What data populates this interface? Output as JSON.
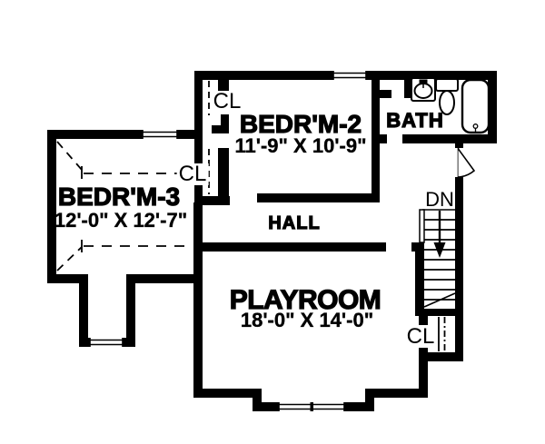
{
  "plan": {
    "type": "second-floor-plan",
    "rooms": {
      "bedrm2": {
        "name": "BEDR'M-2",
        "dims": "11'-9\" X 10'-9\""
      },
      "bedrm3": {
        "name": "BEDR'M-3",
        "dims": "12'-0\" X 12'-7\""
      },
      "playroom": {
        "name": "PLAYROOM",
        "dims": "18'-0\" X 14'-0\""
      },
      "bath": {
        "name": "BATH"
      },
      "hall": {
        "name": "HALL"
      }
    },
    "labels": {
      "closet": "CL",
      "down": "DN"
    },
    "fixtures": [
      "sink",
      "toilet",
      "bathtub"
    ],
    "features": [
      "staircase-down",
      "closets",
      "bay-windows",
      "sloped-ceiling-dashed-lines",
      "door-swing"
    ],
    "colors": {
      "line": "#000000",
      "background": "#ffffff"
    }
  }
}
